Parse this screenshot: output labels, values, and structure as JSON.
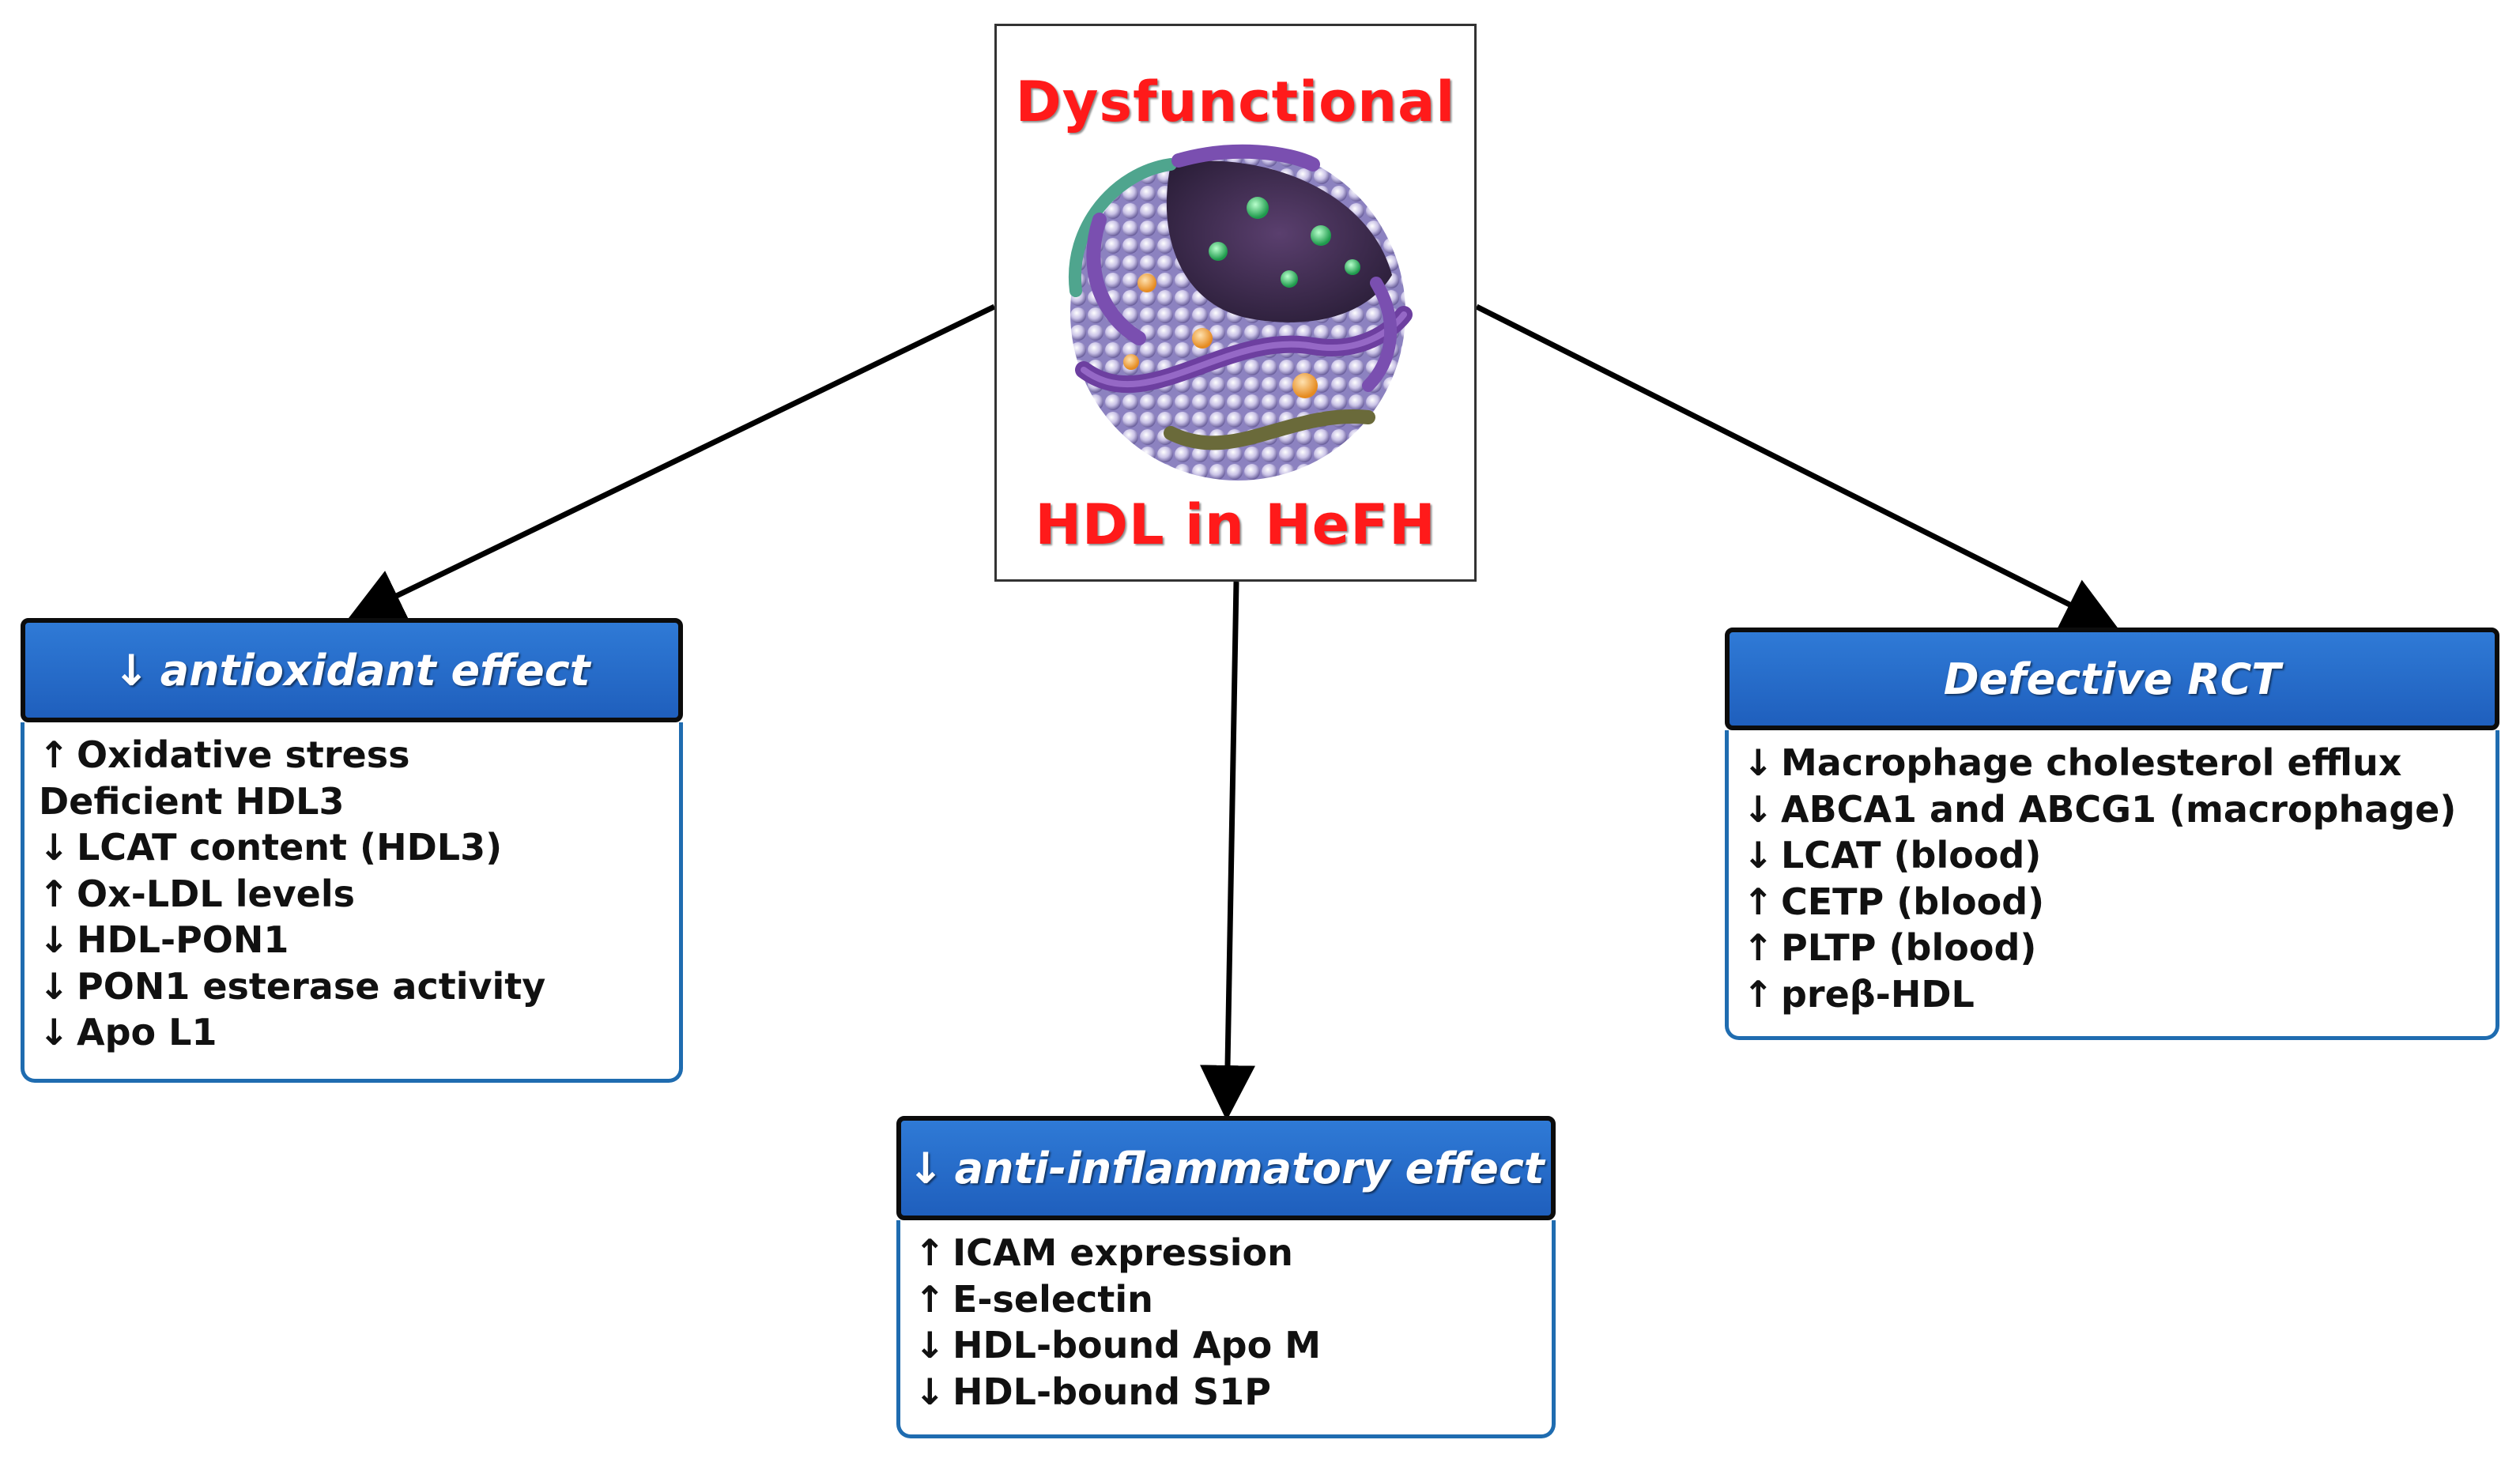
{
  "center": {
    "title_top": "Dysfunctional",
    "title_bottom": "HDL in HeFH"
  },
  "colors": {
    "title_red": "#ff1a1a",
    "header_blue": "#2b74d2",
    "list_border_blue": "#1f6cb0",
    "connector": "#000000"
  },
  "branches": {
    "left": {
      "arrow": "↓",
      "title": "antioxidant effect",
      "items": [
        {
          "sym": "↑",
          "text": "Oxidative stress"
        },
        {
          "sym": "",
          "text": "Deficient HDL3"
        },
        {
          "sym": "↓",
          "text": "LCAT content (HDL3)"
        },
        {
          "sym": "↑",
          "text": "Ox-LDL levels"
        },
        {
          "sym": "↓",
          "text": "HDL-PON1"
        },
        {
          "sym": "↓",
          "text": "PON1 esterase activity"
        },
        {
          "sym": "↓",
          "text": "Apo L1"
        }
      ]
    },
    "middle": {
      "arrow": "↓",
      "title": "anti-inflammatory effect",
      "items": [
        {
          "sym": "↑",
          "text": "ICAM expression"
        },
        {
          "sym": "↑",
          "text": "E-selectin"
        },
        {
          "sym": "↓",
          "text": "HDL-bound Apo M"
        },
        {
          "sym": "↓",
          "text": "HDL-bound S1P"
        }
      ]
    },
    "right": {
      "arrow": "",
      "title": "Defective RCT",
      "items": [
        {
          "sym": "↓",
          "text": "Macrophage cholesterol efflux"
        },
        {
          "sym": "↓",
          "text": "ABCA1 and ABCG1 (macrophage)"
        },
        {
          "sym": "↓",
          "text": "LCAT (blood)"
        },
        {
          "sym": "↑",
          "text": "CETP (blood)"
        },
        {
          "sym": "↑",
          "text": "PLTP (blood)"
        },
        {
          "sym": "↑",
          "text": "preβ-HDL"
        }
      ]
    }
  }
}
